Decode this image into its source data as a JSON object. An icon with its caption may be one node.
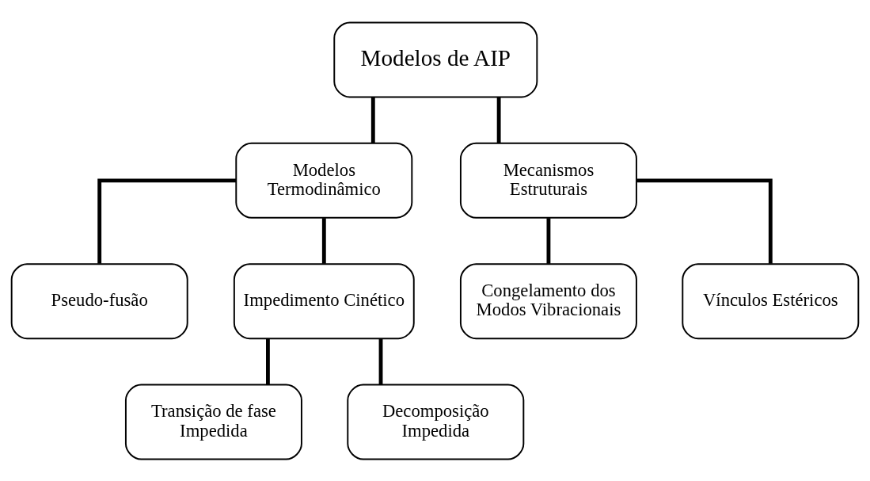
{
  "diagram": {
    "nodes": [
      {
        "text": [
          "Modelos de AIP"
        ]
      },
      {
        "text": [
          "Modelos Termodinâmico"
        ]
      },
      {
        "text": [
          "Mecanismos Estruturais"
        ]
      },
      {
        "text": [
          "Pseudo-fusão"
        ]
      },
      {
        "text": [
          "Impedimento Cinético"
        ]
      },
      {
        "text": [
          "Congelamento dos Modos Vibracionais"
        ]
      },
      {
        "text": [
          "Transição de fase Impedida"
        ]
      },
      {
        "text": [
          "Vínculos Estéricos"
        ]
      },
      {
        "text": [
          "Decomposição Impedida"
        ]
      }
    ],
    "edges": [
      {
        "from": 0,
        "to": 1,
        "arrow": "none"
      },
      {
        "from": 0,
        "to": 2,
        "arrow": "none"
      },
      {
        "from": 1,
        "to": 3,
        "arrow": "none"
      },
      {
        "from": 1,
        "to": 4,
        "arrow": "none"
      },
      {
        "from": 2,
        "to": 5,
        "arrow": "none"
      },
      {
        "from": 2,
        "to": 7,
        "arrow": "none"
      },
      {
        "from": 4,
        "to": 6,
        "arrow": "none"
      },
      {
        "from": 4,
        "to": 8,
        "arrow": "none"
      }
    ]
  }
}
